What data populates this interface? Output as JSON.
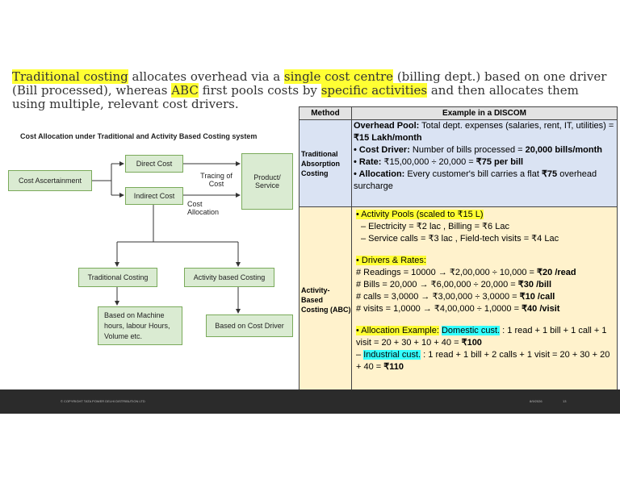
{
  "intro": {
    "p1": "Traditional costing",
    "p2": " allocates overhead via a ",
    "p3": "single cost centre",
    "p4": " (billing dept.) based on one driver (Bill processed), whereas ",
    "p5": "ABC",
    "p6": " first pools costs by ",
    "p7": "specific activities",
    "p8": " and then allocates them using multiple, relevant cost drivers."
  },
  "diagram": {
    "title": "Cost Allocation under Traditional and Activity Based Costing system",
    "cost_ascertainment": "Cost Ascertainment",
    "direct_cost": "Direct Cost",
    "indirect_cost": "Indirect Cost",
    "tracing_of_cost": "Tracing of Cost",
    "product_service": "Product/ Service",
    "cost_allocation": "Cost Allocation",
    "traditional_costing": "Traditional Costing",
    "activity_based_costing": "Activity based Costing",
    "machine_hours": "Based on Machine hours, labour Hours, Volume etc.",
    "cost_driver": "Based on Cost Driver"
  },
  "table": {
    "headers": {
      "method": "Method",
      "example": "Example in a DISCOM"
    },
    "rows": {
      "tac": {
        "method": "Traditional Absorption Costing",
        "pool_label": "Overhead Pool:",
        "pool_text": " Total dept. expenses (salaries, rent, IT, utilities) = ",
        "pool_value": "₹15 Lakh/month",
        "driver_label": "• Cost Driver:",
        "driver_text": " Number of bills processed = ",
        "driver_value": "20,000 bills/month",
        "rate_label": "• Rate:",
        "rate_text": " ₹15,00,000 ÷ 20,000 = ",
        "rate_value": "₹75 per bill",
        "alloc_label": "• Allocation:",
        "alloc_text1": " Every customer's bill carries a flat ",
        "alloc_value": "₹75",
        "alloc_text2": " overhead surcharge"
      },
      "abc": {
        "method": "Activity-Based Costing (ABC)",
        "pools_title": "• Activity Pools (scaled to ₹15 L)",
        "pools_line1": "– Electricity = ₹2 lac , Billing = ₹6 Lac",
        "pools_line2": "– Service calls = ₹3 lac , Field-tech visits = ₹4 Lac",
        "drivers_title": "• Drivers & Rates:",
        "rate1_text": "# Readings = 10000 → ₹2,00,000 ÷ 10,000 = ",
        "rate1_value": "₹20 /read",
        "rate2_text": "# Bills = 20,000 → ₹6,00,000 ÷ 20,000 = ",
        "rate2_value": "₹30 /bill",
        "rate3_text": "# calls = 3,0000 → ₹3,00,000 ÷ 3,0000 = ",
        "rate3_value": "₹10 /call",
        "rate4_text": "# visits = 1,0000 → ₹4,00,000 ÷ 1,0000 = ",
        "rate4_value": "₹40 /visit",
        "alloc_title": "• Allocation Example:",
        "domestic_label": "Domestic cust.",
        "domestic_text": " : 1 read + 1 bill + 1 call + 1 visit = 20 + 30 + 10 + 40 = ",
        "domestic_value": "₹100",
        "industrial_prefix": "– ",
        "industrial_label": "Industrial cust.",
        "industrial_text": " : 1 read + 1 bill + 2 calls + 1 visit = 20 + 30 + 20 + 40 = ",
        "industrial_value": "₹110"
      }
    }
  },
  "footer": {
    "copyright": "© COPYRIGHT TATA POWER DELHI DISTRIBUTION LTD",
    "date": "8/9/2026",
    "page": "13"
  }
}
